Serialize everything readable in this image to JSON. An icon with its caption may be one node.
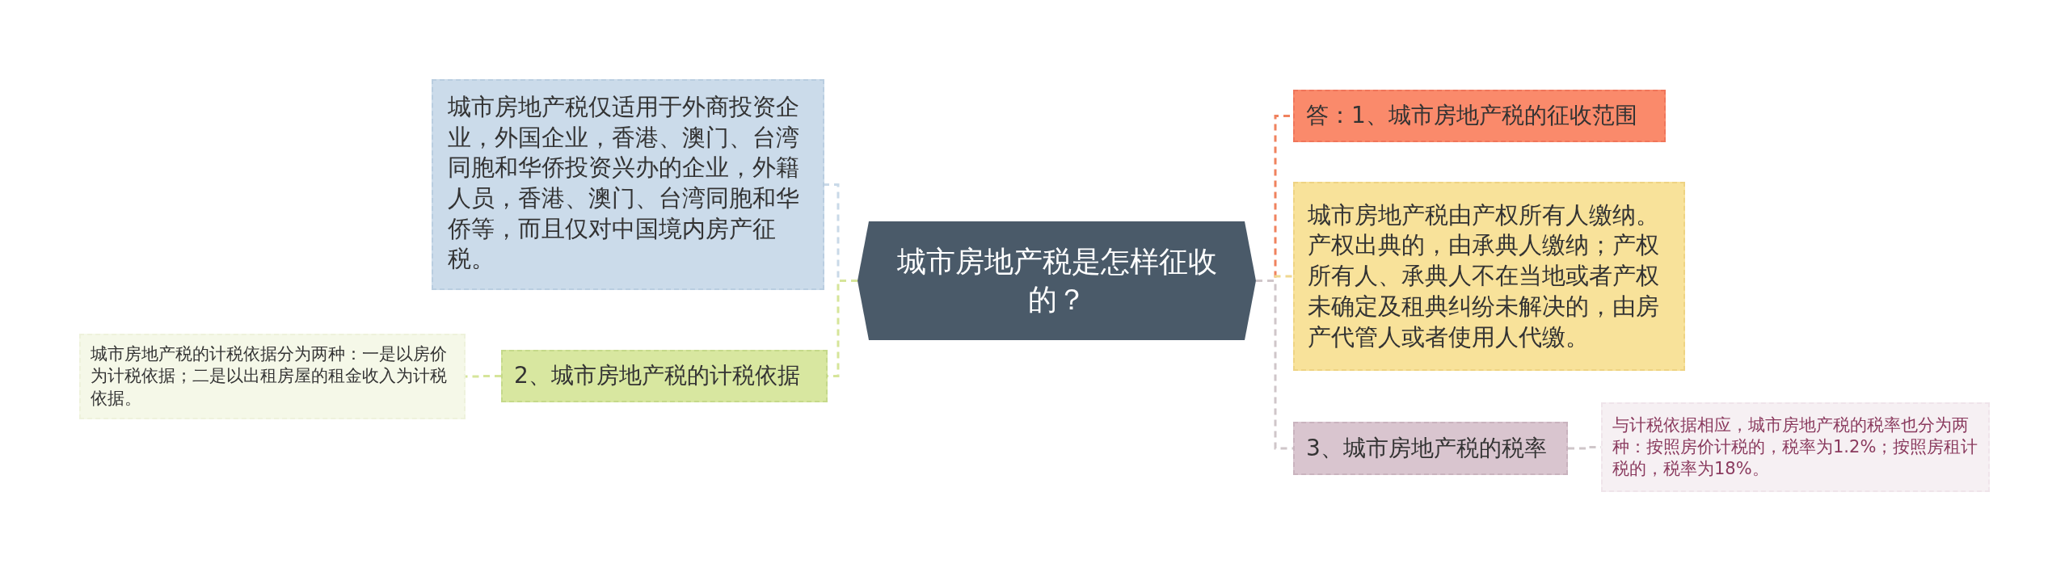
{
  "diagram": {
    "nodes": [
      {
        "text": [
          "城市房地产税是怎样征收的？"
        ]
      },
      {
        "text": [
          "城市房地产税仅适用于外商投资企业，外国企业，香港、澳门、台湾同胞和华侨投资兴办的企业，外籍人员，香港、澳门、台湾同胞和华侨等，而且仅对中国境内房产征税。"
        ]
      },
      {
        "text": [
          "2、城市房地产税的计税依据"
        ]
      },
      {
        "text": [
          "城市房地产税的计税依据分为两种：一是以房价为计税依据；二是以出租房屋的租金收入为计税依据。"
        ]
      },
      {
        "text": [
          "答：1、城市房地产税的征收范围"
        ]
      },
      {
        "text": [
          "城市房地产税由产权所有人缴纳。产权出典的，由承典人缴纳；产权所有人、承典人不在当地或者产权未确定及租典纠纷未解决的，由房产代管人或者使用人代缴。"
        ]
      },
      {
        "text": [
          "3、城市房地产税的税率"
        ]
      },
      {
        "text": [
          "与计税依据相应，城市房地产税的税率也分为两种：按照房价计税的，税率为1.2%；按照房租计税的，税率为18%。"
        ]
      }
    ],
    "edges": [
      {
        "from": 0,
        "to": 1,
        "arrow": "none",
        "style": "dashed",
        "color": "#c9d9e8"
      },
      {
        "from": 0,
        "to": 2,
        "arrow": "none",
        "style": "dashed",
        "color": "#d6e59a"
      },
      {
        "from": 2,
        "to": 3,
        "arrow": "none",
        "style": "dashed",
        "color": "#d6e59a"
      },
      {
        "from": 0,
        "to": 4,
        "arrow": "none",
        "style": "dashed",
        "color": "#f0825e"
      },
      {
        "from": 0,
        "to": 5,
        "arrow": "none",
        "style": "dashed",
        "color": "#f0d890"
      },
      {
        "from": 0,
        "to": 6,
        "arrow": "none",
        "style": "dashed",
        "color": "#cfc6c9"
      },
      {
        "from": 6,
        "to": 7,
        "arrow": "none",
        "style": "dashed",
        "color": "#cfc6c9"
      }
    ]
  }
}
